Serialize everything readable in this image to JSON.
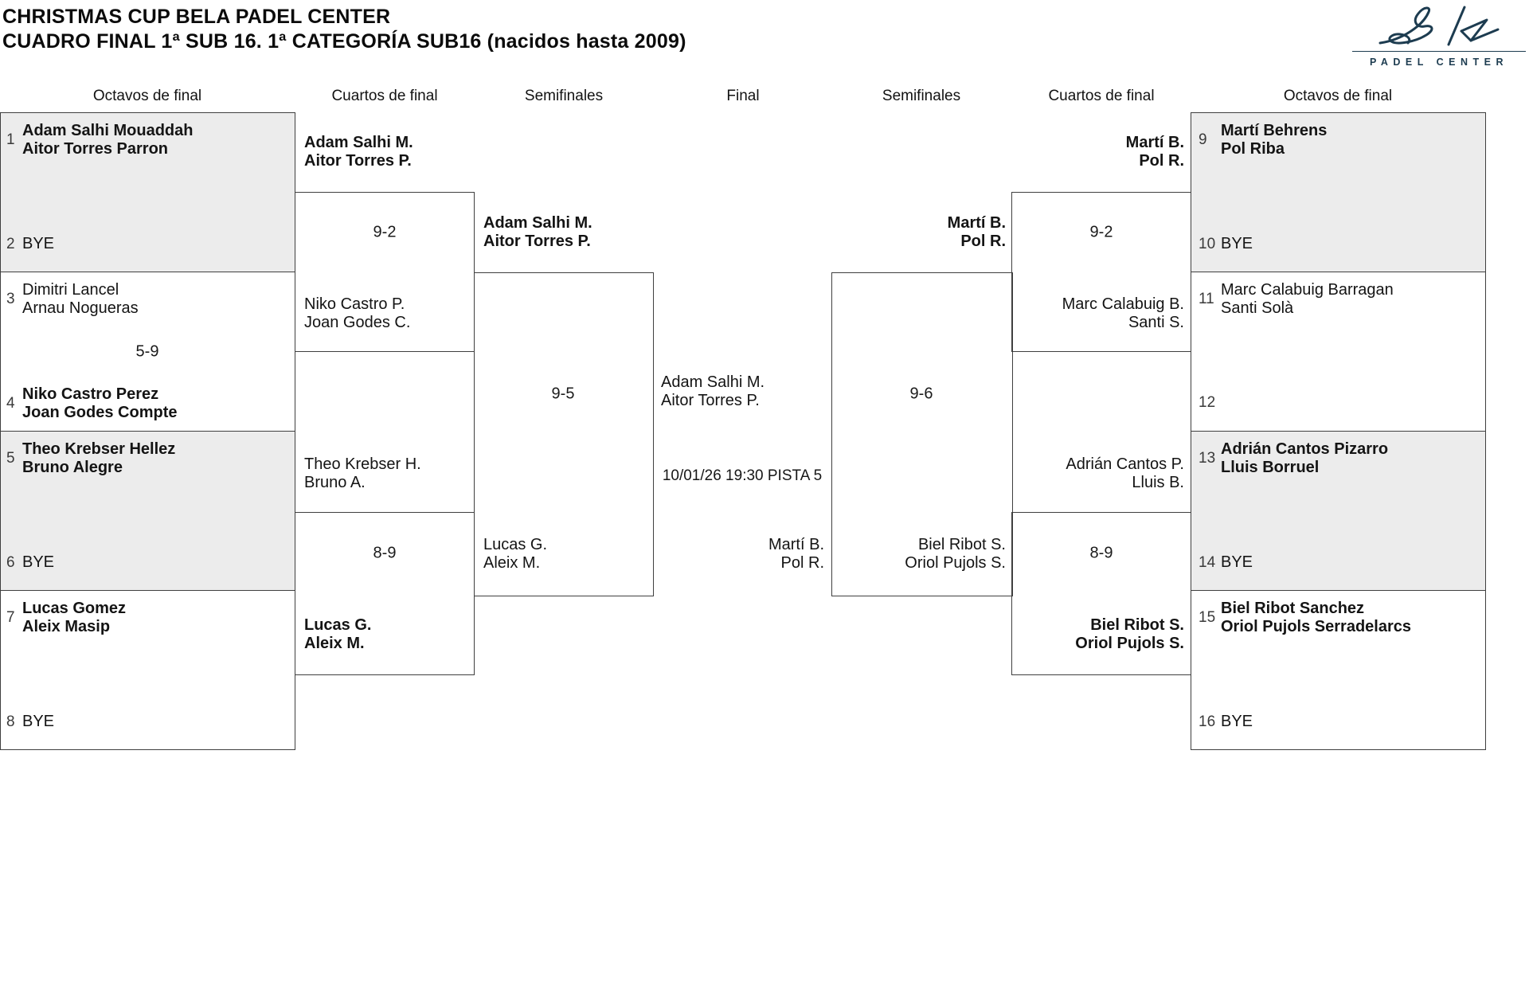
{
  "title": {
    "line1": "CHRISTMAS CUP BELA PADEL CENTER",
    "line2": "CUADRO FINAL 1ª SUB 16. 1ª CATEGORÍA SUB16 (nacidos hasta 2009)"
  },
  "logo": {
    "brand": "PADEL CENTER",
    "color": "#1d3c50",
    "signature": "Bela"
  },
  "round_headers": [
    "Octavos de final",
    "Cuartos de final",
    "Semifinales",
    "Final",
    "Semifinales",
    "Cuartos de final",
    "Octavos de final"
  ],
  "octavos_left": [
    {
      "num": "1",
      "lines": [
        "Adam Salhi Mouaddah",
        "Aitor Torres Parron"
      ],
      "bold": true
    },
    {
      "num": "2",
      "lines": [
        "BYE"
      ],
      "bold": false
    },
    {
      "num": "3",
      "lines": [
        "Dimitri Lancel",
        "Arnau Nogueras"
      ],
      "bold": false
    },
    {
      "num": "4",
      "lines": [
        "Niko Castro Perez",
        "Joan Godes Compte"
      ],
      "bold": true
    },
    {
      "num": "5",
      "lines": [
        "Theo Krebser Hellez",
        "Bruno Alegre"
      ],
      "bold": true
    },
    {
      "num": "6",
      "lines": [
        "BYE"
      ],
      "bold": false
    },
    {
      "num": "7",
      "lines": [
        "Lucas Gomez",
        "Aleix Masip"
      ],
      "bold": true
    },
    {
      "num": "8",
      "lines": [
        "BYE"
      ],
      "bold": false
    }
  ],
  "octavos_right": [
    {
      "num": "9",
      "lines": [
        "Martí Behrens",
        "Pol Riba"
      ],
      "bold": true
    },
    {
      "num": "10",
      "lines": [
        "BYE"
      ],
      "bold": false
    },
    {
      "num": "11",
      "lines": [
        "Marc Calabuig Barragan",
        "Santi Solà"
      ],
      "bold": false
    },
    {
      "num": "12",
      "lines": [],
      "bold": false
    },
    {
      "num": "13",
      "lines": [
        "Adrián Cantos Pizarro",
        "Lluis Borruel"
      ],
      "bold": true
    },
    {
      "num": "14",
      "lines": [
        "BYE"
      ],
      "bold": false
    },
    {
      "num": "15",
      "lines": [
        "Biel Ribot Sanchez",
        "Oriol Pujols Serradelarcs"
      ],
      "bold": true
    },
    {
      "num": "16",
      "lines": [
        "BYE"
      ],
      "bold": false
    }
  ],
  "cuartos_left": [
    {
      "lines": [
        "Adam Salhi M.",
        "Aitor Torres P."
      ],
      "bold": true
    },
    {
      "lines": [
        "Niko Castro P.",
        "Joan Godes C."
      ],
      "bold": false
    },
    {
      "lines": [
        "Theo Krebser H.",
        "Bruno A."
      ],
      "bold": false
    },
    {
      "lines": [
        "Lucas G.",
        "Aleix M."
      ],
      "bold": true
    }
  ],
  "cuartos_right": [
    {
      "lines": [
        "Martí B.",
        "Pol R."
      ],
      "bold": true
    },
    {
      "lines": [
        "Marc Calabuig B.",
        "Santi S."
      ],
      "bold": false
    },
    {
      "lines": [
        "Adrián Cantos P.",
        "Lluis B."
      ],
      "bold": false
    },
    {
      "lines": [
        "Biel Ribot S.",
        "Oriol Pujols S."
      ],
      "bold": true
    }
  ],
  "semis_left": [
    {
      "lines": [
        "Adam Salhi M.",
        "Aitor Torres P."
      ],
      "bold": true
    },
    {
      "lines": [
        "Lucas G.",
        "Aleix M."
      ],
      "bold": false
    }
  ],
  "semis_right": [
    {
      "lines": [
        "Martí B.",
        "Pol R."
      ],
      "bold": true
    },
    {
      "lines": [
        "Biel Ribot S.",
        "Oriol Pujols S."
      ],
      "bold": false
    }
  ],
  "final": {
    "top": {
      "lines": [
        "Adam Salhi M.",
        "Aitor Torres P."
      ],
      "bold": false
    },
    "bottom": {
      "lines": [
        "Martí B.",
        "Pol R."
      ],
      "bold": false
    },
    "schedule": "10/01/26 19:30 PISTA 5"
  },
  "scores": {
    "oct_left_m2": "5-9",
    "qf_left_1": "9-2",
    "qf_left_2": "8-9",
    "sf_left": "9-5",
    "sf_right": "9-6",
    "qf_right_1": "9-2",
    "qf_right_2": "8-9"
  },
  "colors": {
    "border": "#3f3f3f",
    "shade": "#ececec",
    "text": "#141414",
    "logo": "#1d3c50"
  }
}
